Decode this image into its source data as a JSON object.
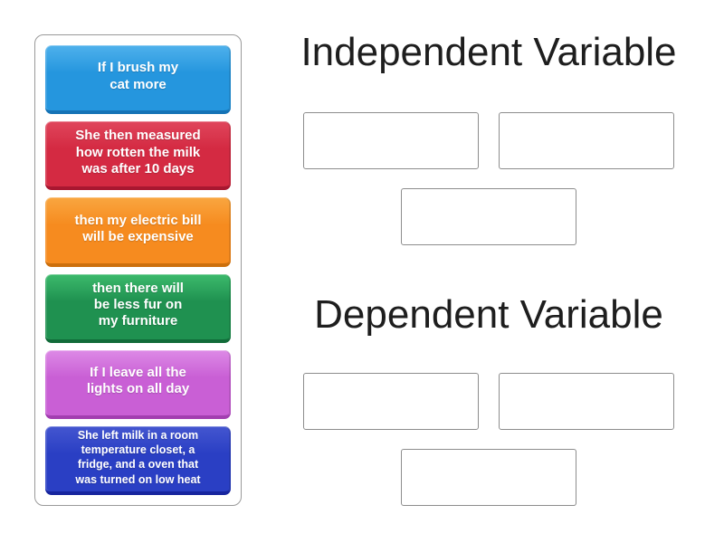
{
  "activity": {
    "tray": {
      "cards": [
        {
          "text": "If I brush my\ncat more",
          "color_light": "#4fb1ec",
          "color": "#2596de",
          "color_dark": "#1573b6"
        },
        {
          "text": "She then measured\nhow rotten the milk\nwas after 10 days",
          "color_light": "#e0465c",
          "color": "#d42a42",
          "color_dark": "#a81730"
        },
        {
          "text": "then my electric bill\nwill be expensive",
          "color_light": "#f9a640",
          "color": "#f68b1f",
          "color_dark": "#cc6f0c"
        },
        {
          "text": "then there will\nbe less fur on\nmy furniture",
          "color_light": "#3cba6c",
          "color": "#1f9150",
          "color_dark": "#116b39"
        },
        {
          "text": "If I leave all the\nlights on all day",
          "color_light": "#dd8ae6",
          "color": "#c95fd5",
          "color_dark": "#a23eb0"
        },
        {
          "text": "She left milk in a room\ntemperature closet, a\nfridge, and a oven that\nwas turned on low heat",
          "color_light": "#4456d0",
          "color": "#2a3fc4",
          "color_dark": "#17259e"
        }
      ]
    },
    "groups": [
      {
        "title": "Independent Variable",
        "slot_count": 3
      },
      {
        "title": "Dependent Variable",
        "slot_count": 3
      }
    ]
  }
}
